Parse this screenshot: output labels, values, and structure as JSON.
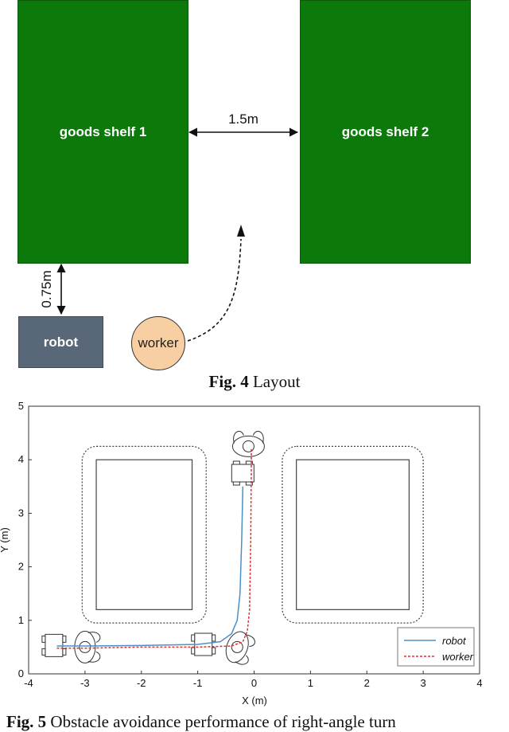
{
  "fig4": {
    "shelf1_label": "goods shelf 1",
    "shelf2_label": "goods shelf 2",
    "gap_label": "1.5m",
    "clearance_label": "0.75m",
    "robot_label": "robot",
    "worker_label": "worker",
    "caption_prefix": "Fig. 4",
    "caption_text": " Layout",
    "colors": {
      "shelf": "#0b7a0b",
      "robot": "#596878",
      "worker": "#f8cfa3"
    }
  },
  "fig5": {
    "caption_prefix": "Fig. 5",
    "caption_text": " Obstacle avoidance performance of right-angle turn"
  },
  "chart_data": {
    "type": "line",
    "xlabel": "X (m)",
    "ylabel": "Y (m)",
    "xlim": [
      -4,
      4
    ],
    "ylim": [
      0,
      5
    ],
    "xticks": [
      "-4",
      "-3",
      "-2",
      "-1",
      "0",
      "1",
      "2",
      "3",
      "4"
    ],
    "yticks": [
      "0",
      "1",
      "2",
      "3",
      "4",
      "5"
    ],
    "legend_position": "bottom-right",
    "series": [
      {
        "name": "robot",
        "style": "solid",
        "color": "#4a90c8",
        "x": [
          -3.5,
          -3.0,
          -2.0,
          -1.0,
          -0.6,
          -0.4,
          -0.3,
          -0.25,
          -0.22,
          -0.2
        ],
        "y": [
          0.52,
          0.52,
          0.53,
          0.55,
          0.6,
          0.75,
          1.0,
          1.5,
          2.5,
          3.5
        ]
      },
      {
        "name": "worker",
        "style": "dashed",
        "color": "#e03030",
        "x": [
          -3.5,
          -3.0,
          -2.0,
          -1.0,
          -0.4,
          -0.2,
          -0.12,
          -0.08,
          -0.06,
          -0.05,
          -0.05
        ],
        "y": [
          0.48,
          0.48,
          0.5,
          0.5,
          0.52,
          0.6,
          0.8,
          1.2,
          2.5,
          3.8,
          4.2
        ]
      }
    ],
    "obstacles": [
      {
        "inner_x": [
          -2.8,
          -1.1
        ],
        "inner_y": [
          1.2,
          4.0
        ],
        "outer_x": [
          -3.05,
          -0.85
        ],
        "outer_y": [
          0.95,
          4.25
        ]
      },
      {
        "inner_x": [
          0.75,
          2.75
        ],
        "inner_y": [
          1.2,
          4.0
        ],
        "outer_x": [
          0.5,
          3.0
        ],
        "outer_y": [
          0.95,
          4.25
        ]
      }
    ]
  }
}
